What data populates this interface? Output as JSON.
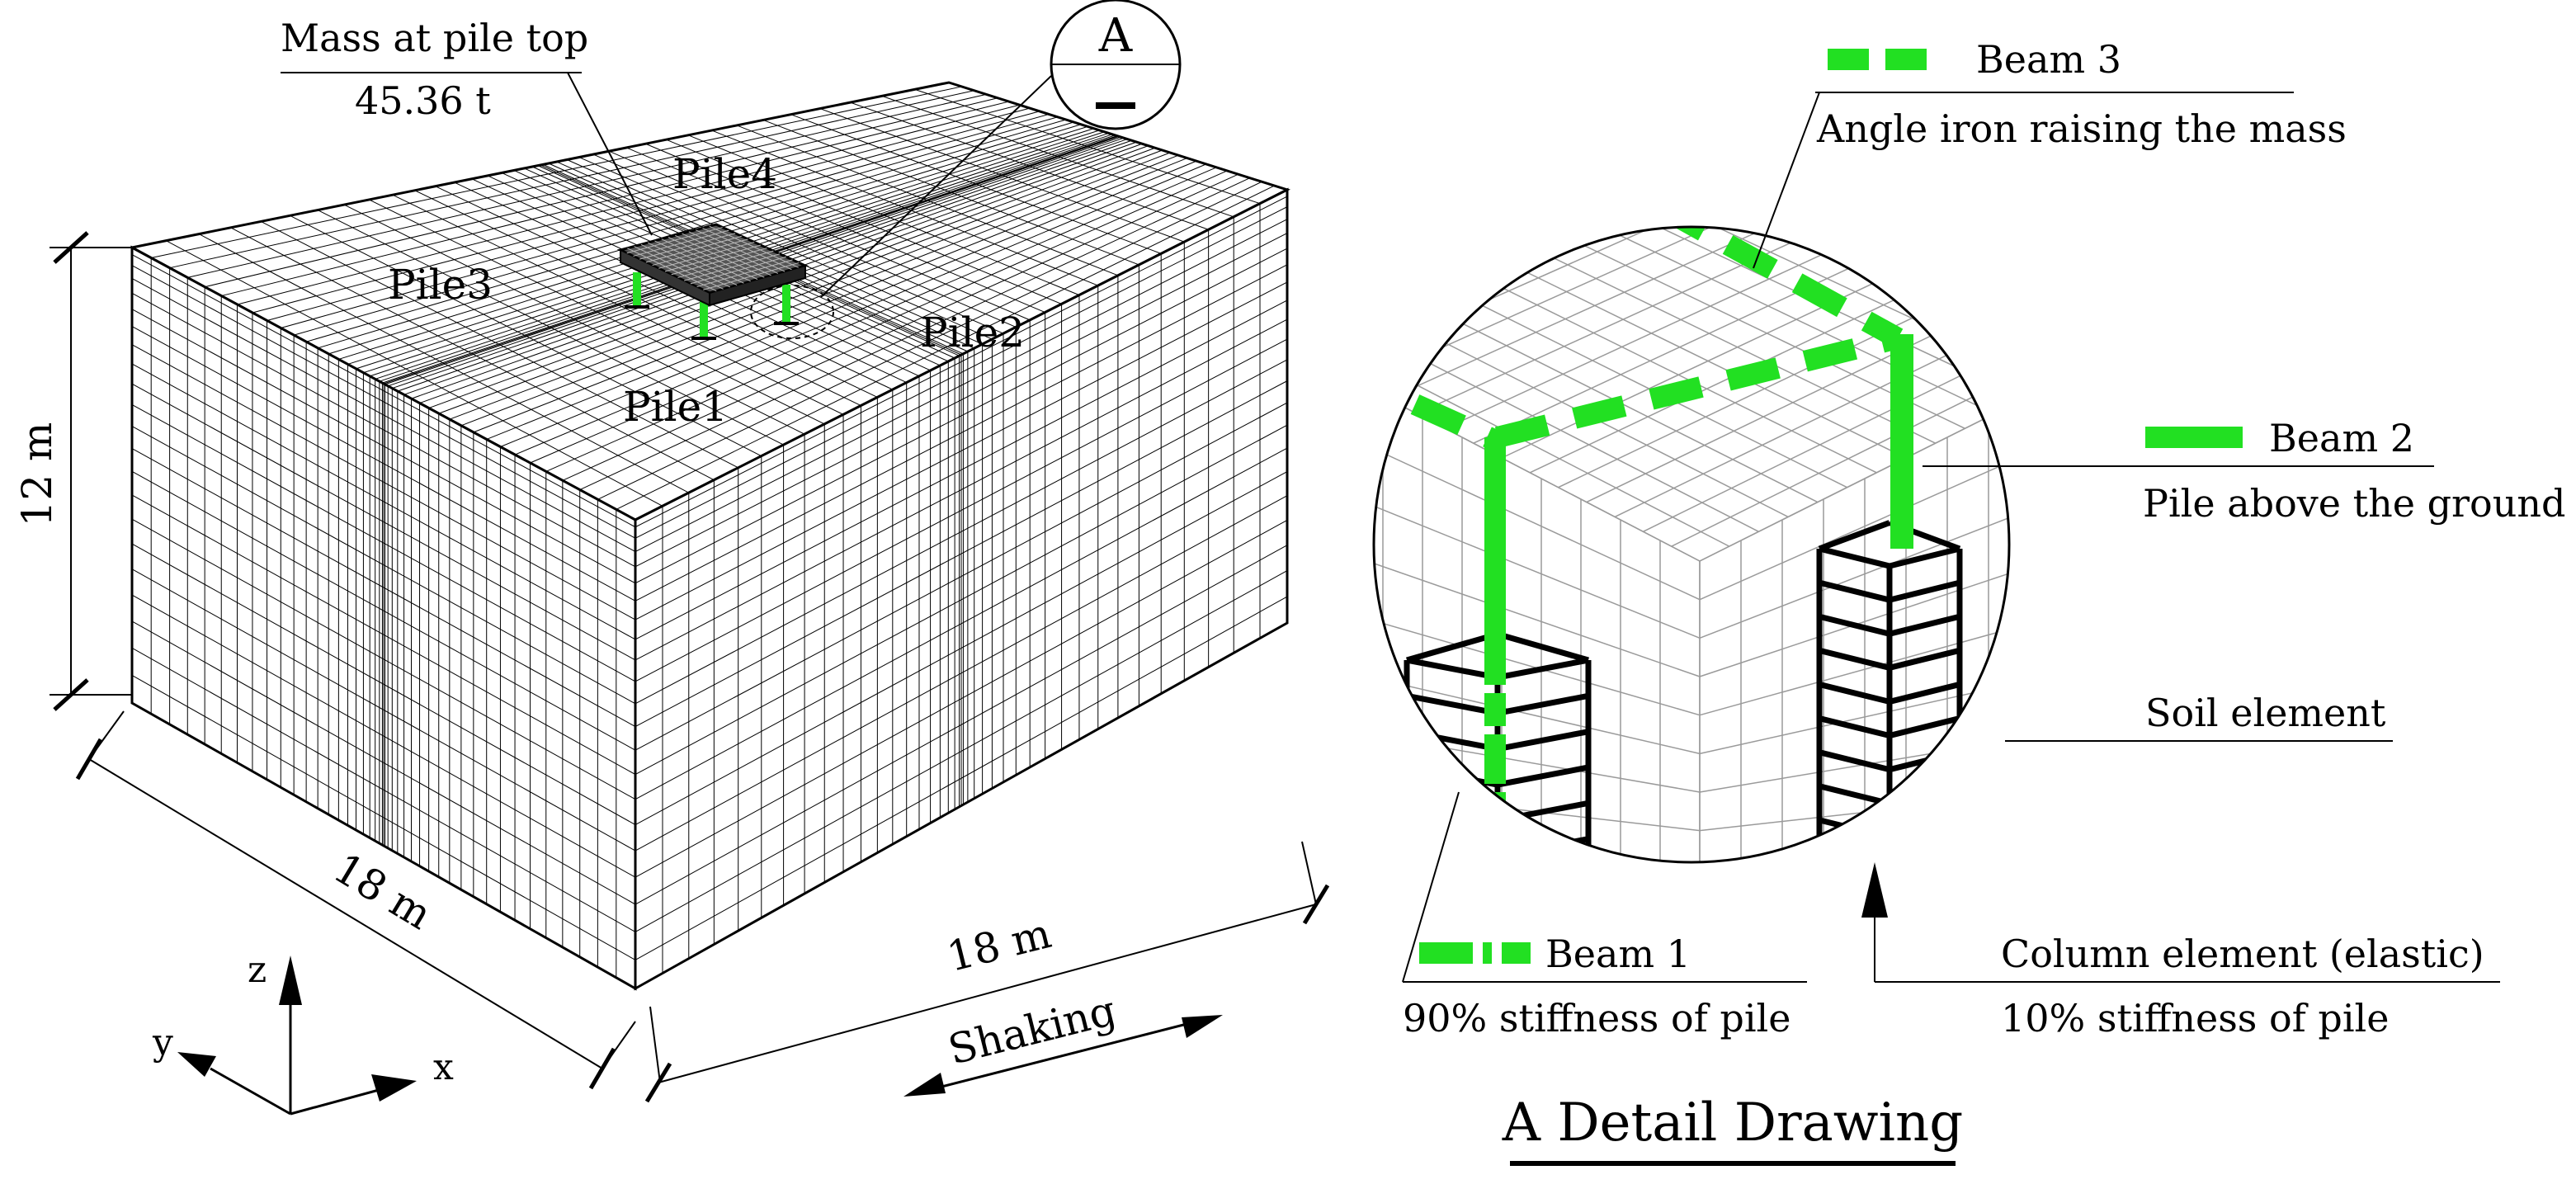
{
  "colors": {
    "beam": "#22e022",
    "mesh_line": "#000000",
    "mesh_fine": "#7a7a7a",
    "soil_mesh": "#9a9a9a",
    "column": "#000000",
    "mass": "#444444",
    "background": "#ffffff"
  },
  "model": {
    "mass_label": "Mass at pile top",
    "mass_value": "45.36 t",
    "piles": [
      "Pile1",
      "Pile2",
      "Pile3",
      "Pile4"
    ],
    "height_label": "12 m",
    "depth_label": "18 m",
    "width_label": "18 m",
    "callout_letter": "A",
    "shaking_label": "Shaking",
    "axes": {
      "x": "x",
      "y": "y",
      "z": "z"
    }
  },
  "detail": {
    "title": "A Detail Drawing",
    "beam3": {
      "name": "Beam 3",
      "desc": "Angle iron raising the mass"
    },
    "beam2": {
      "name": "Beam 2",
      "desc": "Pile above the ground"
    },
    "beam1": {
      "name": "Beam 1",
      "desc": "90% stiffness of pile"
    },
    "soil": {
      "name": "Soil element"
    },
    "column": {
      "name": "Column element (elastic)",
      "desc": "10% stiffness of pile"
    }
  }
}
